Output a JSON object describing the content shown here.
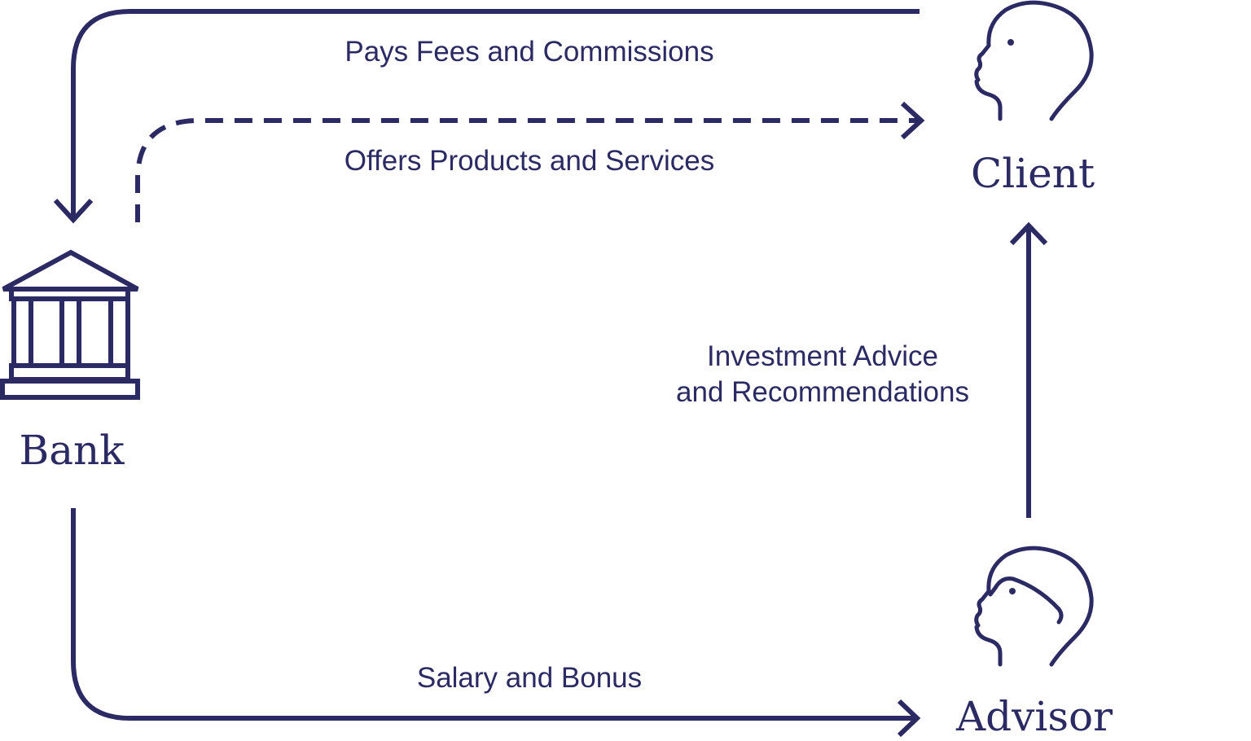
{
  "nodes": {
    "client": "Client",
    "bank": "Bank",
    "advisor": "Advisor"
  },
  "flows": {
    "pays_fees": "Pays Fees and Commissions",
    "offers_products": "Offers Products and Services",
    "advice_line1": "Investment Advice",
    "advice_line2": "and Recommendations",
    "salary": "Salary and Bonus"
  },
  "colors": {
    "ink": "#2b2a63",
    "background": "#ffffff"
  },
  "icons": {
    "bank": "bank-building-icon",
    "client": "client-head-icon",
    "advisor": "advisor-head-with-glasses-icon"
  }
}
